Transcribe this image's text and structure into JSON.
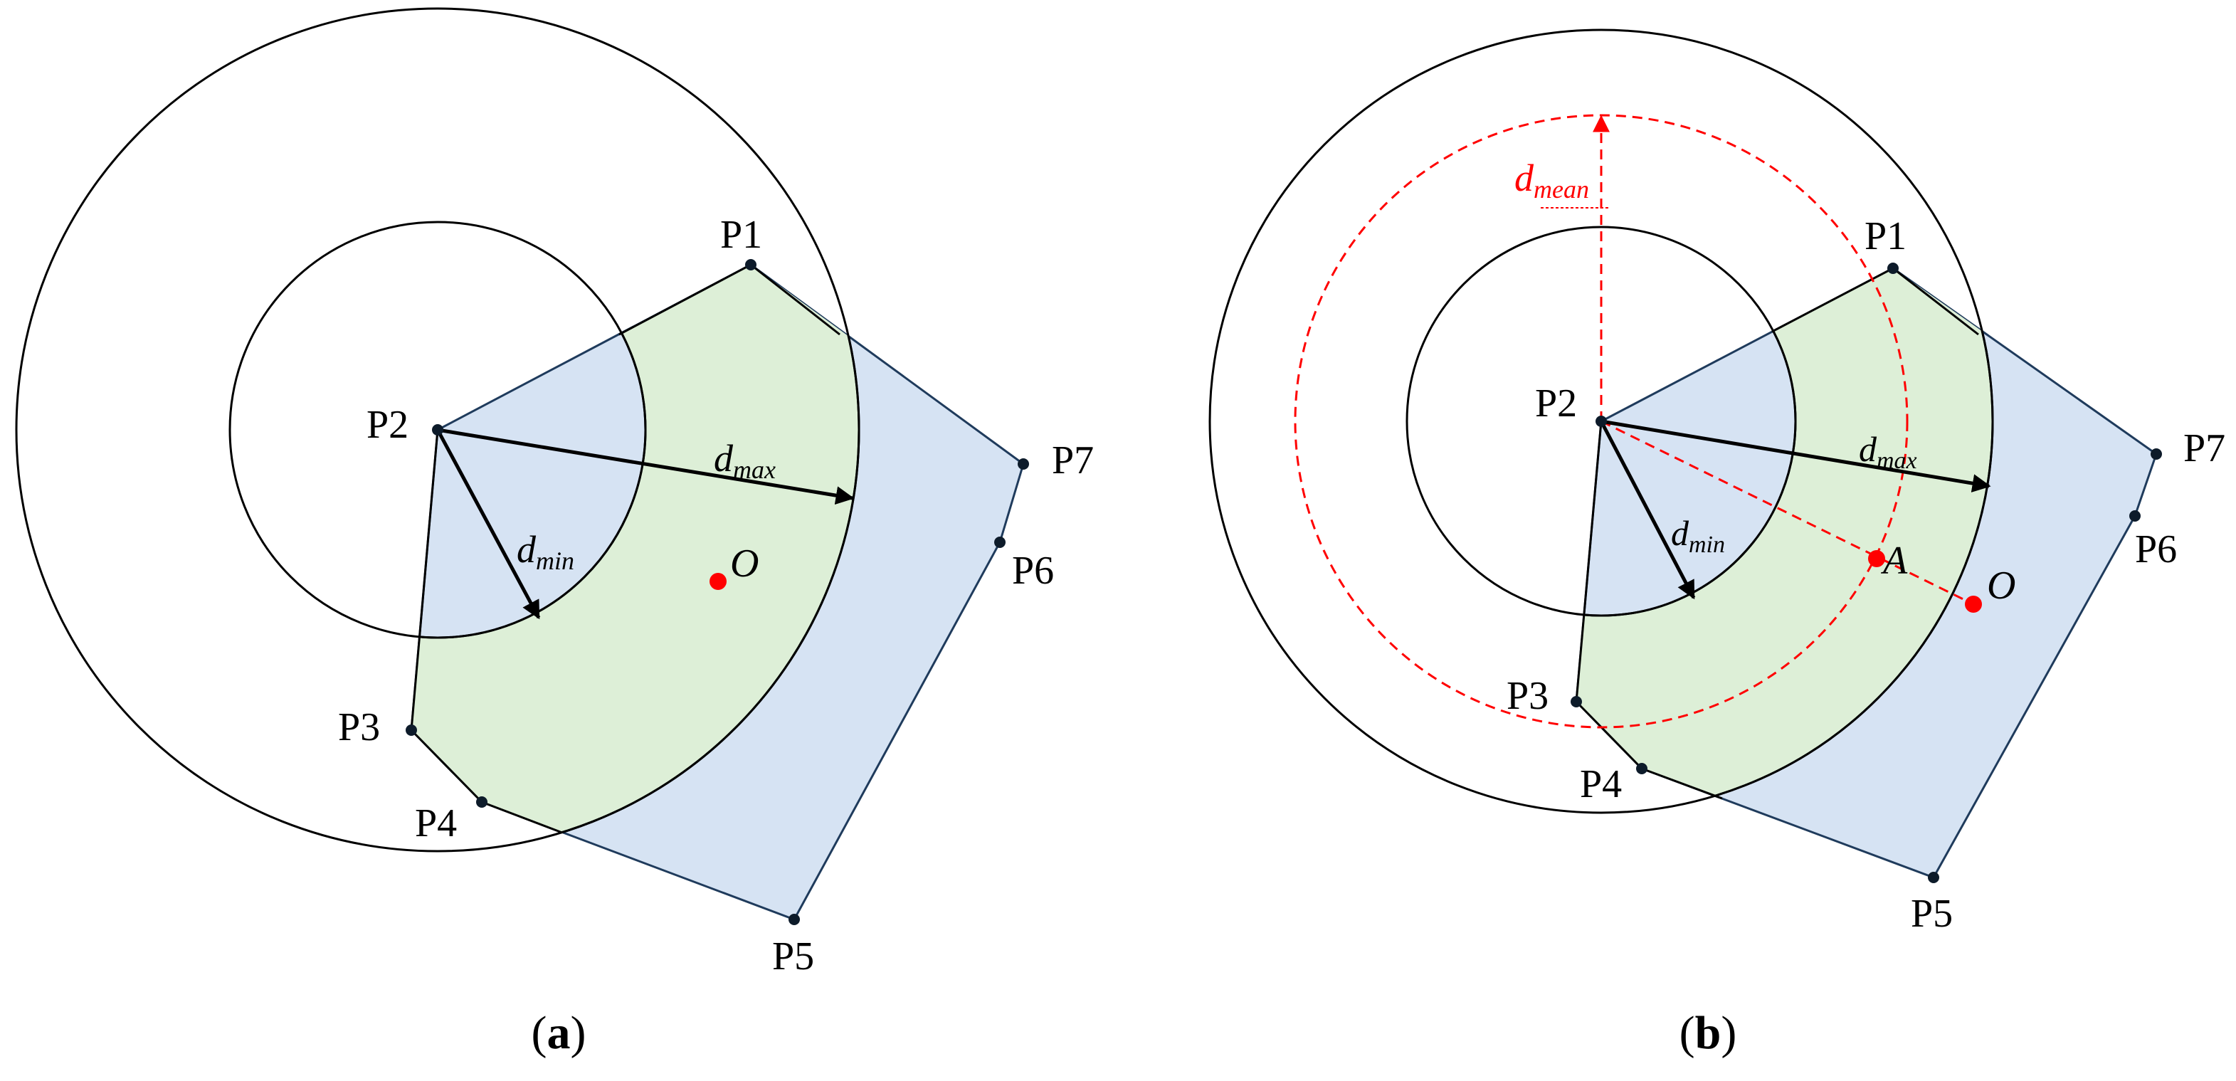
{
  "colors": {
    "polygon_fill": "#d6e3f3",
    "annulus_fill": "#ddefd7",
    "polygon_stroke": "#1f3b5c",
    "outline": "#000000",
    "point_marker": "#0d1b2a",
    "highlight": "#ff0000"
  },
  "panel_a": {
    "caption_open": "(",
    "caption_letter": "a",
    "caption_close": ")",
    "vertices": [
      "P1",
      "P2",
      "P3",
      "P4",
      "P5",
      "P6",
      "P7"
    ],
    "dmax": {
      "base": "d",
      "sub": "max"
    },
    "dmin": {
      "base": "d",
      "sub": "min"
    },
    "point_o": "O"
  },
  "panel_b": {
    "caption_open": "(",
    "caption_letter": "b",
    "caption_close": ")",
    "vertices": [
      "P1",
      "P2",
      "P3",
      "P4",
      "P5",
      "P6",
      "P7"
    ],
    "dmax": {
      "base": "d",
      "sub": "max"
    },
    "dmin": {
      "base": "d",
      "sub": "min"
    },
    "dmean": {
      "base": "d",
      "sub": "mean"
    },
    "point_a": "A",
    "point_o": "O"
  }
}
